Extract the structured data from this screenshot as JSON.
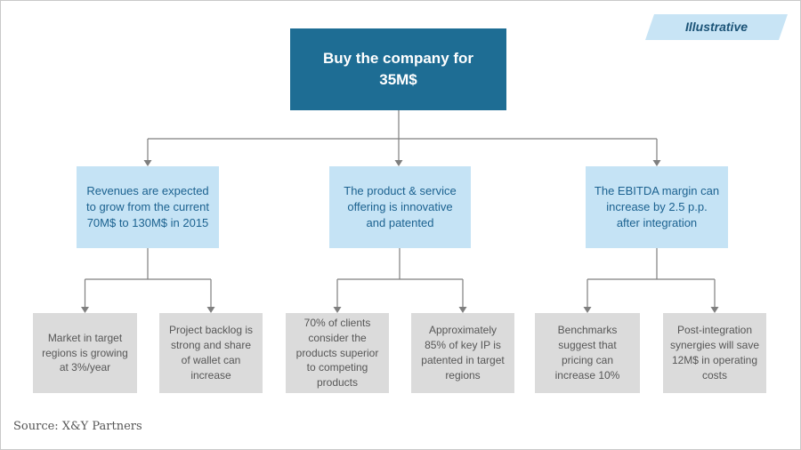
{
  "page": {
    "tag_label": "Illustrative",
    "source": "Source: X&Y Partners"
  },
  "colors": {
    "root_box_bg": "#1e6d94",
    "root_box_text": "#ffffff",
    "branch_box_bg": "#c5e3f5",
    "branch_box_text": "#1c6290",
    "leaf_box_bg": "#dbdbdb",
    "leaf_box_text": "#575757",
    "connector": "#7f7f7f",
    "tag_bg": "#c8e4f5",
    "tag_text": "#1b5377"
  },
  "diagram": {
    "type": "tree",
    "root": {
      "label": "Buy the company for 35M$"
    },
    "branches": [
      {
        "label": "Revenues are expected to grow from the current 70M$ to 130M$ in 2015",
        "children": [
          {
            "label": "Market in target regions is growing at 3%/year"
          },
          {
            "label": "Project backlog is strong and share of wallet can increase"
          }
        ]
      },
      {
        "label": "The product & service offering is innovative and patented",
        "children": [
          {
            "label": "70% of clients consider the products superior to competing products"
          },
          {
            "label": "Approximately 85% of key IP is patented in target regions"
          }
        ]
      },
      {
        "label": "The EBITDA margin can increase by 2.5 p.p. after integration",
        "children": [
          {
            "label": "Benchmarks suggest that pricing can increase 10%"
          },
          {
            "label": "Post-integration synergies will save 12M$ in operating costs"
          }
        ]
      }
    ]
  }
}
